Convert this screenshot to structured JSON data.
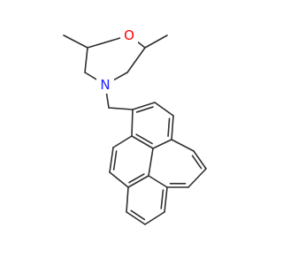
{
  "colors": {
    "background": "#ffffff",
    "bond": "#2f2f2f",
    "carbon": "#2f2f2f",
    "nitrogen": "#2020ff",
    "oxygen": "#ff0000"
  },
  "atoms": {
    "O": {
      "symbol": "O",
      "element": "oxygen"
    },
    "N": {
      "symbol": "N",
      "element": "nitrogen"
    }
  }
}
